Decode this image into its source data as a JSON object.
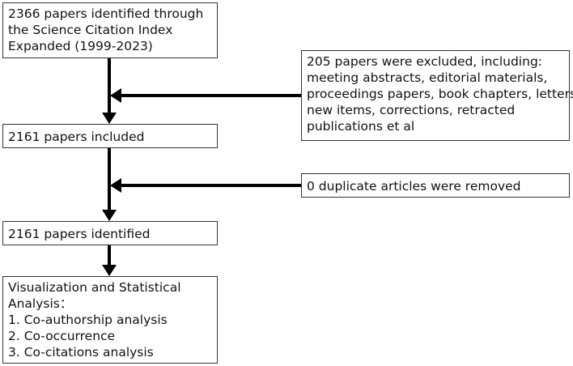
{
  "boxes": {
    "identified_sci": {
      "lines": [
        "2366 papers identified through",
        "the Science Citation Index",
        "Expanded (1999-2023)"
      ]
    },
    "excluded": {
      "lines": [
        "205 papers were excluded, including:",
        "meeting abstracts, editorial materials,",
        "proceedings papers, book chapters, letters,",
        "new items, corrections, retracted",
        "publications et al"
      ]
    },
    "included": {
      "lines": [
        "2161 papers included"
      ]
    },
    "duplicates": {
      "lines": [
        "0 duplicate articles were removed"
      ]
    },
    "identified_final": {
      "lines": [
        "2161 papers identified"
      ]
    },
    "analysis": {
      "lines": [
        "Visualization and Statistical",
        "Analysis：",
        "1. Co-authorship analysis",
        "2. Co-occurrence",
        "3. Co-citations analysis"
      ]
    }
  },
  "colors": {
    "border": "#333333",
    "arrow": "#000000",
    "text": "#111111"
  }
}
